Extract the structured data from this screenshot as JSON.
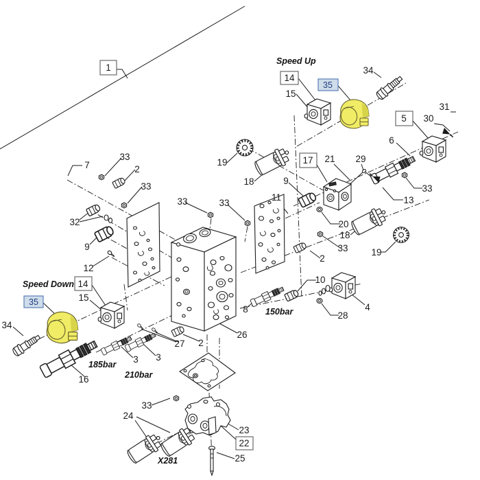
{
  "diagram": {
    "title": "hydraulic-valve-block-exploded-view",
    "annotations": {
      "speed_up": "Speed Up",
      "speed_down": "Speed Down",
      "pressure_150": "150bar",
      "pressure_185": "185bar",
      "pressure_210": "210bar",
      "connector_code": "X281"
    },
    "part_numbers": {
      "n1": "1",
      "n2": "2",
      "n3": "3",
      "n4": "4",
      "n5": "5",
      "n6": "6",
      "n7": "7",
      "n8": "8",
      "n9": "9",
      "n10": "10",
      "n11": "11",
      "n12": "12",
      "n13": "13",
      "n14": "14",
      "n15": "15",
      "n16": "16",
      "n17": "17",
      "n18": "18",
      "n19": "19",
      "n20": "20",
      "n21": "21",
      "n22": "22",
      "n23": "23",
      "n24": "24",
      "n25": "25",
      "n26": "26",
      "n27": "27",
      "n28": "28",
      "n29": "29",
      "n30": "30",
      "n31": "31",
      "n32": "32",
      "n33": "33",
      "n34": "34",
      "n35": "35"
    },
    "colors": {
      "highlight_part_fill": "#f0ec65",
      "highlight_part_shade": "#d8d44a",
      "highlight_label_bg": "#cfdcea",
      "highlight_label_border": "#5c7fb8",
      "highlight_label_text": "#1f3f7f",
      "line_color": "#1b1b1b",
      "background": "#ffffff"
    }
  }
}
